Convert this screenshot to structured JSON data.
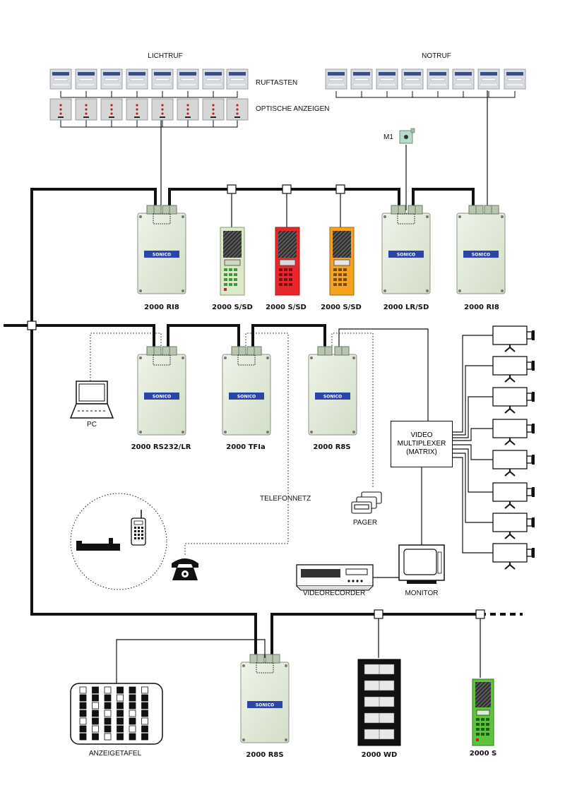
{
  "labels": {
    "lichtruf": "LICHTRUF",
    "notruf": "NOTRUF",
    "ruftasten": "RUFTASTEN",
    "optische_anzeigen": "OPTISCHE ANZEIGEN",
    "m1": "M1",
    "pc": "PC",
    "telefonnetz": "TELEFONNETZ",
    "pager": "PAGER",
    "videorecorder": "VIDEORECORDER",
    "monitor": "MONITOR",
    "anzeigetafel": "ANZEIGETAFEL",
    "video_mux": [
      "VIDEO",
      "MULTIPLEXER",
      "(MATRIX)"
    ]
  },
  "units": {
    "ri8_left": "2000 RI8",
    "ssd_1": "2000 S/SD",
    "ssd_2": "2000 S/SD",
    "ssd_3": "2000 S/SD",
    "lrsd": "2000 LR/SD",
    "ri8_right": "2000 RI8",
    "rs232": "2000 RS232/LR",
    "tfia": "2000 TFIa",
    "r8s_mid": "2000 R8S",
    "r8s_bottom": "2000 R8S",
    "wd": "2000 WD",
    "s": "2000 S"
  },
  "brand": "SONICO",
  "colors": {
    "box_green": "#dfe8d6",
    "logo_blue": "#2a44a8",
    "ssd_1": "#dbe9c8",
    "ssd_2": "#e8262c",
    "ssd_3": "#f5a21e",
    "s_green": "#5cc43a"
  }
}
